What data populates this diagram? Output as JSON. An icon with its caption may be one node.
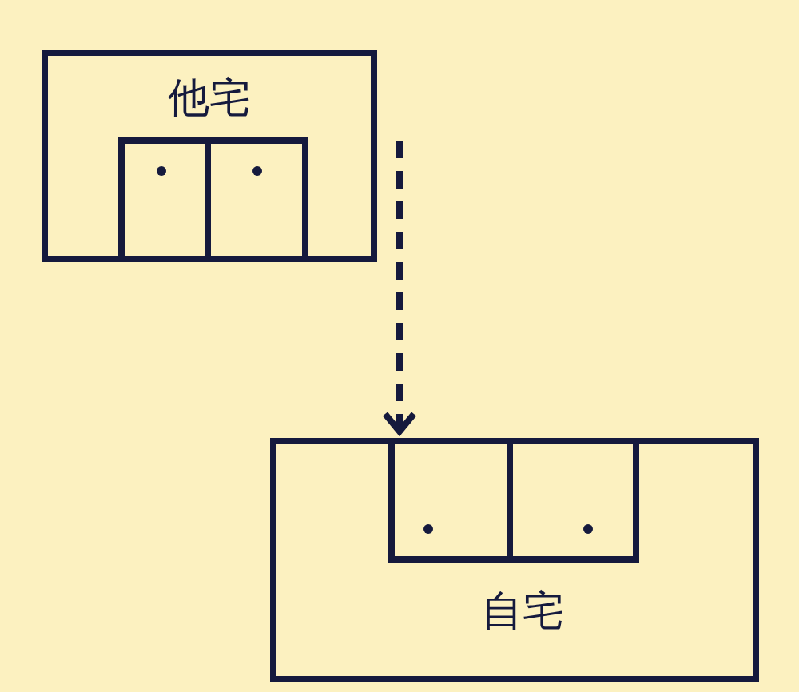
{
  "diagram": {
    "nodes": [
      {
        "text": [
          "他宅"
        ]
      },
      {
        "text": [],
        "shape": "door",
        "in": 0
      },
      {
        "text": [],
        "shape": "door",
        "in": 0
      },
      {
        "text": [
          "自宅"
        ]
      },
      {
        "text": [],
        "shape": "door",
        "in": 3
      },
      {
        "text": [],
        "shape": "door",
        "in": 3
      }
    ],
    "edges": [
      {
        "from": null,
        "to": 4,
        "arrow": "to",
        "style": "dashed"
      }
    ]
  }
}
